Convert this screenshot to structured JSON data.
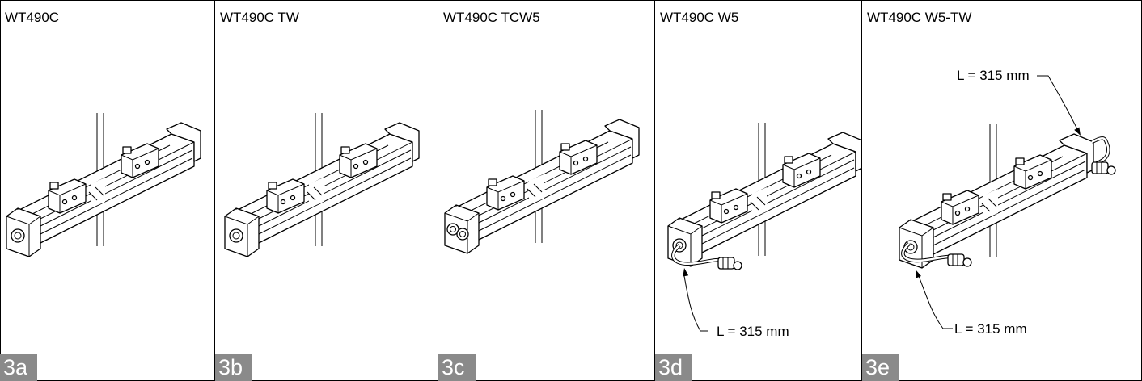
{
  "panels": [
    {
      "title": "WT490C",
      "tag": "3a",
      "cable": "none",
      "connectors": 1
    },
    {
      "title": "WT490C TW",
      "tag": "3b",
      "cable": "none",
      "connectors": 1
    },
    {
      "title": "WT490C TCW5",
      "tag": "3c",
      "cable": "none",
      "connectors": 2
    },
    {
      "title": "WT490C W5",
      "tag": "3d",
      "cable": "front",
      "connectors": 1,
      "dimensions": [
        {
          "text": "L = 315 mm"
        }
      ]
    },
    {
      "title": "WT490C W5-TW",
      "tag": "3e",
      "cable": "both",
      "connectors": 1,
      "dimensions": [
        {
          "text": "L = 315 mm"
        },
        {
          "text": "L = 315 mm"
        }
      ]
    }
  ]
}
